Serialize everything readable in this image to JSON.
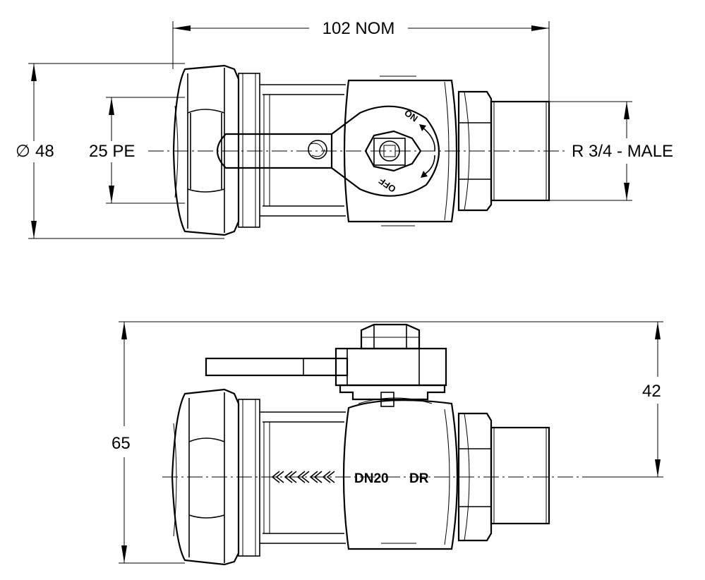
{
  "dimensions": {
    "overall_length": "102 NOM",
    "nut_diameter": "48",
    "pe_size": "25 PE",
    "thread": "R 3/4 - MALE",
    "overall_height": "65",
    "centre_to_top": "42"
  },
  "symbols": {
    "diameter": "∅"
  },
  "handle_markings": {
    "on": "ON",
    "off": "OFF"
  },
  "body_markings": {
    "size": "DN20",
    "material": "DR"
  }
}
